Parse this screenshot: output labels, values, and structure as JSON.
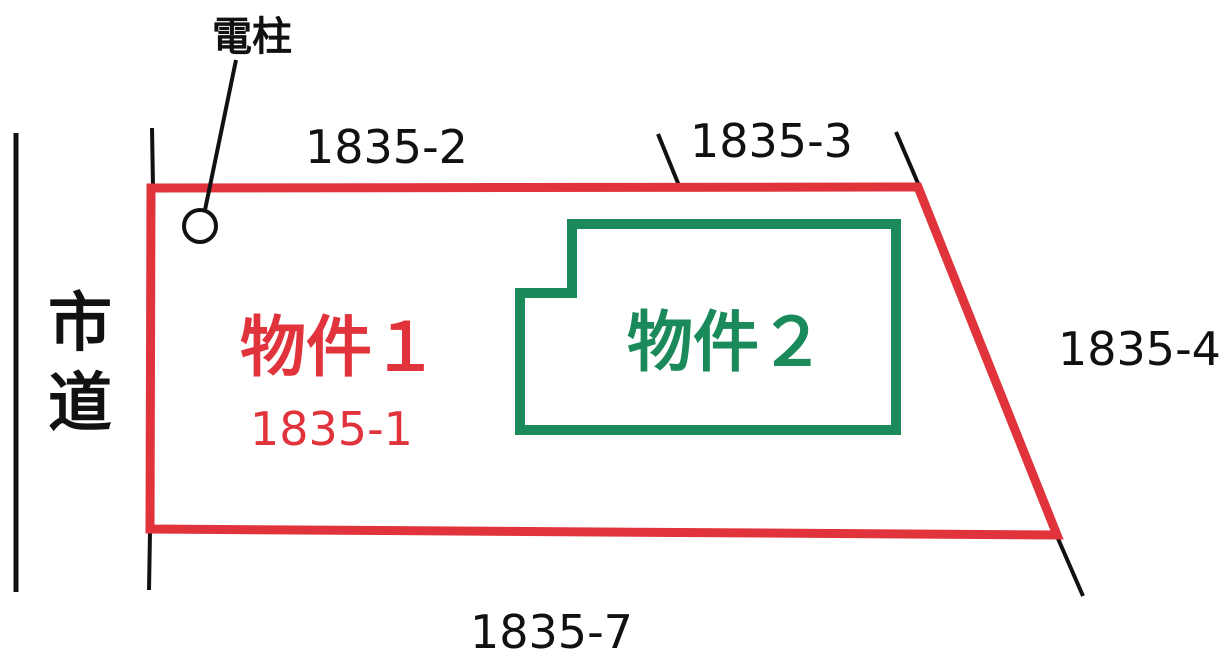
{
  "title": "",
  "road": {
    "label_char1": "市",
    "label_char2": "道"
  },
  "utility_pole": {
    "label": "電柱"
  },
  "parcels": {
    "north_left": "1835-2",
    "north_right": "1835-3",
    "east": "1835-4",
    "south": "1835-7"
  },
  "property1": {
    "label": "物件１",
    "lot": "1835-1",
    "color": "#e0333b"
  },
  "property2": {
    "label": "物件２",
    "color": "#1b8a5a"
  },
  "line_color": "#111111"
}
